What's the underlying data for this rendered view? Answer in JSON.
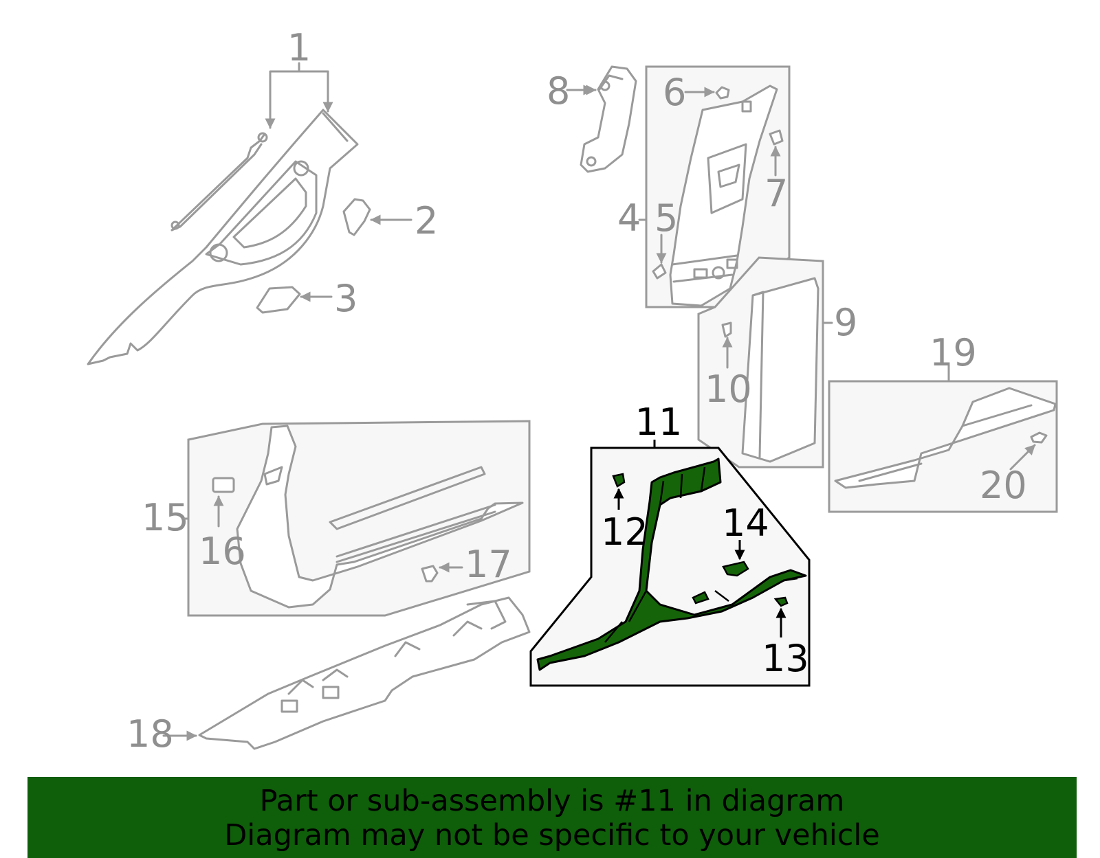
{
  "banner": {
    "line1": "Part or sub-assembly is #11 in diagram",
    "line2": "Diagram may not be specific to your vehicle",
    "color": "#0f5e0a"
  },
  "highlight": {
    "part": "11",
    "color": "#166409"
  },
  "labels": {
    "p1": "1",
    "p2": "2",
    "p3": "3",
    "p4": "4",
    "p5": "5",
    "p6": "6",
    "p7": "7",
    "p8": "8",
    "p9": "9",
    "p10": "10",
    "p11": "11",
    "p12": "12",
    "p13": "13",
    "p14": "14",
    "p15": "15",
    "p16": "16",
    "p17": "17",
    "p18": "18",
    "p19": "19",
    "p20": "20"
  }
}
